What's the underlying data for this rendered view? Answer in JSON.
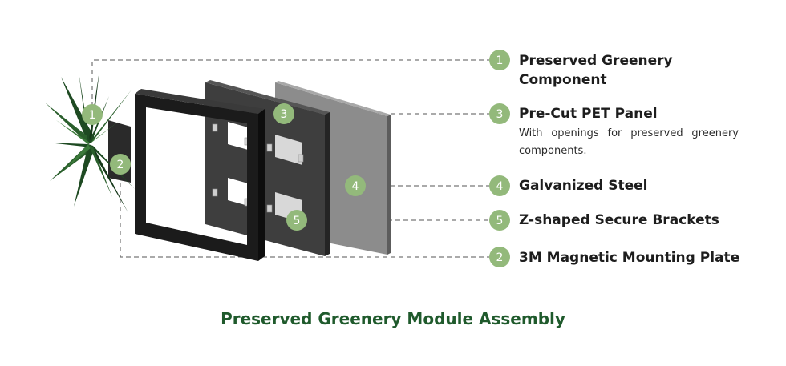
{
  "caption": "Preserved Greenery Module Assembly",
  "components": [
    {
      "number": "1",
      "title_line1": "Preserved Greenery",
      "title_line2": "Component"
    },
    {
      "number": "3",
      "title": "Pre-Cut PET Panel",
      "description": "With openings for preserved greenery components."
    },
    {
      "number": "4",
      "title": "Galvanized Steel"
    },
    {
      "number": "5",
      "title": "Z-shaped Secure Brackets"
    },
    {
      "number": "2",
      "title": "3M Magnetic Mounting Plate"
    }
  ],
  "colors": {
    "badge": "#93b97b",
    "leader": "#555555",
    "caption": "#1f5a2c",
    "frame": "#1b1b1b",
    "panel": "#3a3a3a",
    "steel": "#8a8a8a",
    "plant": "#1e4a22"
  }
}
